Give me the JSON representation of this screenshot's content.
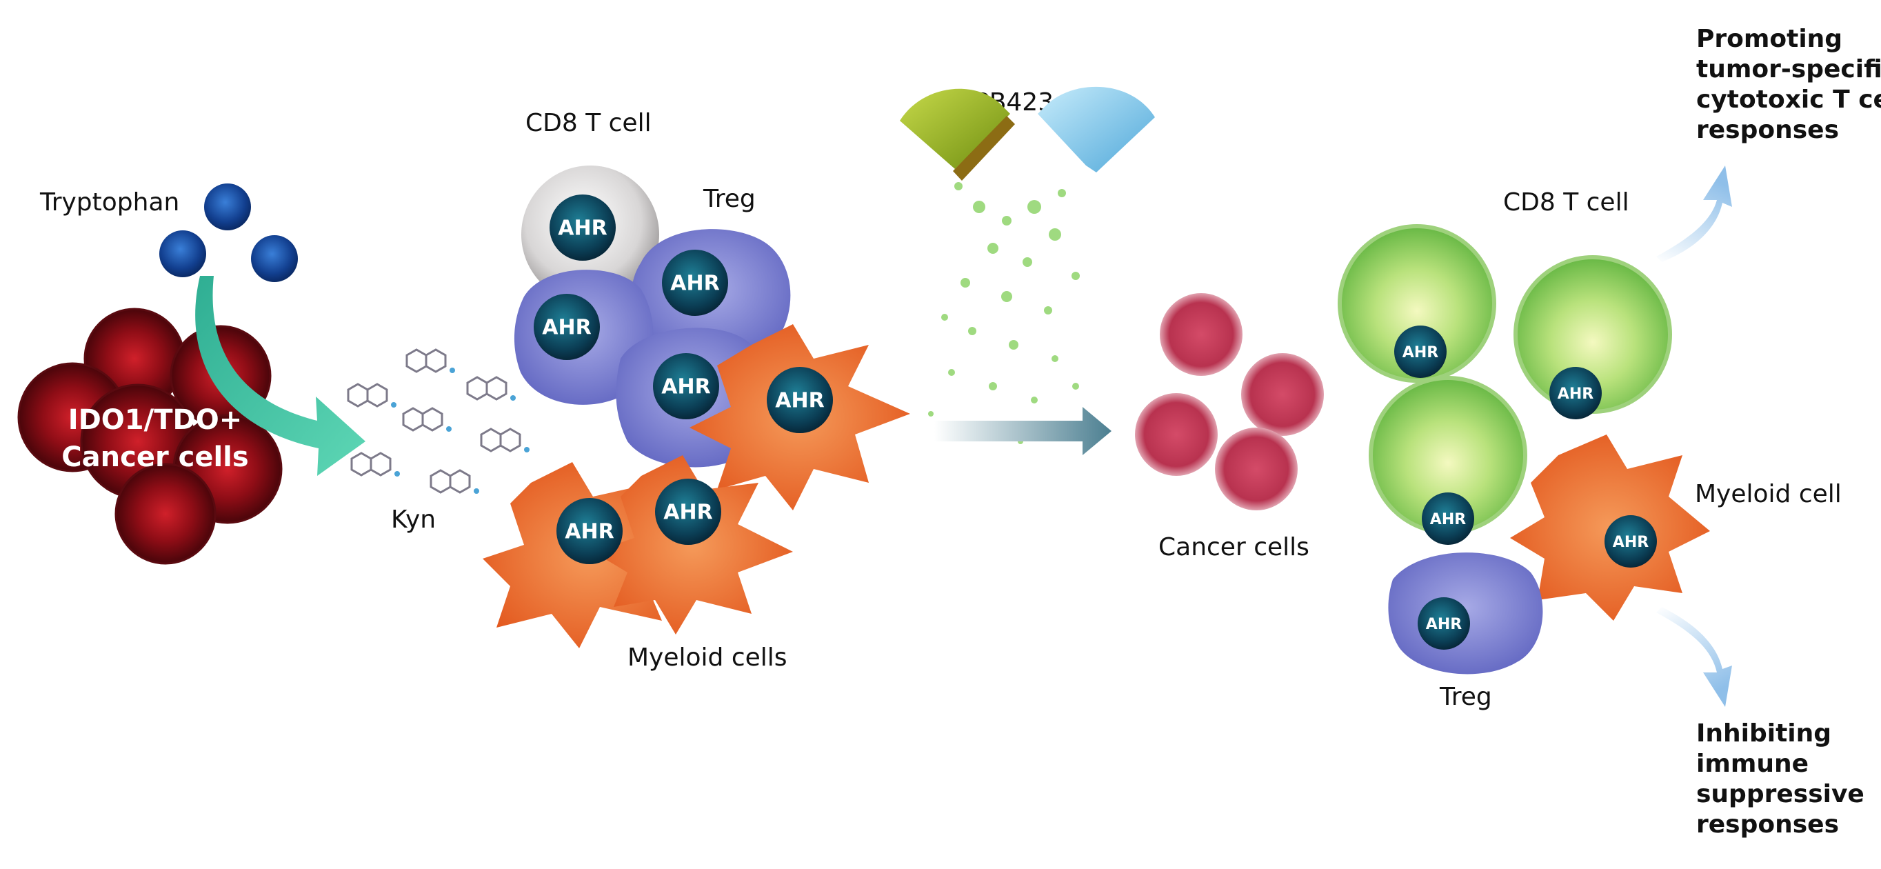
{
  "left_panel": {
    "tryptophan_label": "Tryptophan",
    "cancer_label_line1": "IDO1/TDO+",
    "cancer_label_line2": "Cancer cells",
    "kyn_label": "Kyn"
  },
  "middle_panel": {
    "cd8_label": "CD8 T cell",
    "treg_label": "Treg",
    "myeloid_label": "Myeloid cells",
    "ahr_text": "AHR"
  },
  "drug": {
    "label": "PB423"
  },
  "treated_panel": {
    "cancer_label": "Cancer cells"
  },
  "right_panel": {
    "cd8_label": "CD8 T cell",
    "myeloid_label": "Myeloid cell",
    "treg_label": "Treg",
    "ahr_text": "AHR"
  },
  "outcomes": {
    "promote": [
      "Promoting",
      "tumor-specific",
      "cytotoxic T cell",
      "responses"
    ],
    "inhibit": [
      "Inhibiting",
      "immune",
      "suppressive",
      "responses"
    ]
  },
  "colors": {
    "cancer_dark": "#7a0a12",
    "teal_arrow": "#3fbfa0",
    "treg_purple": "#7b7fd0",
    "myeloid_orange": "#ee6a2c",
    "ahr_core": "#0d4f66",
    "cd8_green": "#8dd36a",
    "capsule_green": "#a6c21c",
    "capsule_blue": "#79c6ea",
    "cancer_pink": "#c9405d",
    "outcome_arrow": "#a9cbed"
  }
}
